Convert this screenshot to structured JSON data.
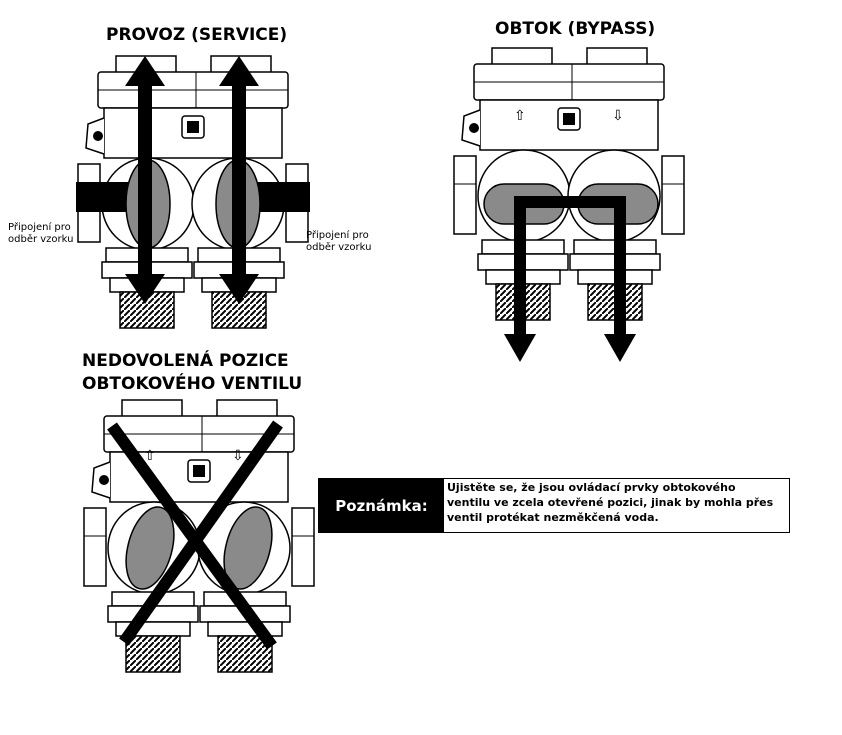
{
  "panels": {
    "service": {
      "title": "PROVOZ (SERVICE)",
      "sample_left": [
        "Připojení pro",
        "odběr vzorku"
      ],
      "sample_right": [
        "Připojení pro",
        "odběr vzorku"
      ]
    },
    "bypass": {
      "title": "OBTOK (BYPASS)"
    },
    "invalid": {
      "title_line1": "NEDOVOLENÁ POZICE",
      "title_line2": "OBTOKOVÉHO VENTILU"
    }
  },
  "note": {
    "label": "Poznámka:",
    "lines": [
      "Ujistěte se, že jsou ovládací prvky obtokového",
      "ventilu ve zcela otevřené pozici, jinak by mohla přes",
      "ventil protékat nezměkčená voda."
    ]
  },
  "colors": {
    "ink": "#000000",
    "handle": "#8a8a8a",
    "body": "#ffffff"
  }
}
